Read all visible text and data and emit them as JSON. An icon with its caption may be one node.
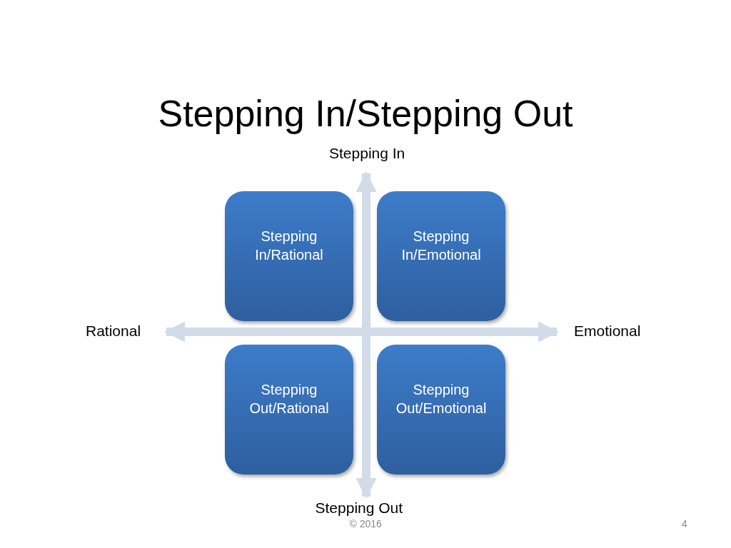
{
  "diagram": {
    "title": "Stepping In/Stepping Out",
    "nodes": [
      {
        "text": [
          "Stepping In"
        ]
      },
      {
        "text": [
          "Stepping In/Rational"
        ]
      },
      {
        "text": [
          "Stepping In/Emotional"
        ]
      },
      {
        "text": [
          "Rational"
        ]
      },
      {
        "text": [
          "Emotional"
        ]
      },
      {
        "text": [
          "Stepping Out/Rational"
        ]
      },
      {
        "text": [
          "Stepping Out/Emotional"
        ]
      },
      {
        "text": [
          "Stepping Out"
        ]
      }
    ],
    "edges": [
      {
        "from": 0,
        "to": 7,
        "arrow": "both"
      },
      {
        "from": 3,
        "to": 4,
        "arrow": "both"
      }
    ],
    "labels": [
      "© 2016",
      "4"
    ]
  }
}
